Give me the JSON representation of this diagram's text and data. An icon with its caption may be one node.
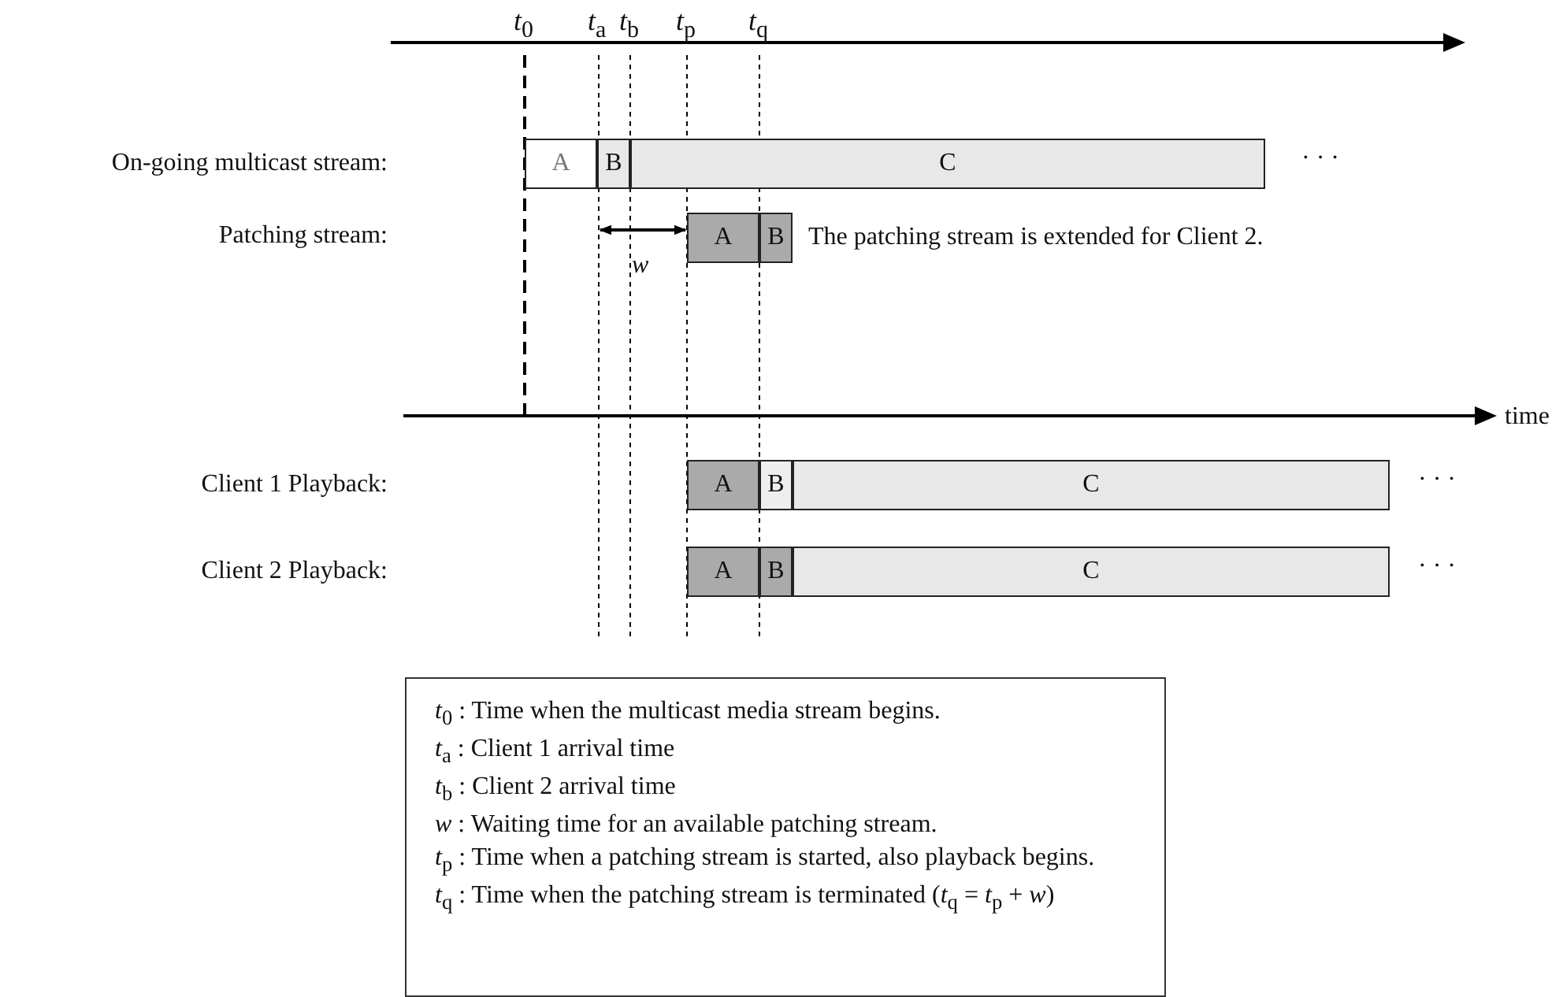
{
  "diagram": {
    "nodes": [
      {
        "text": [
          "A"
        ]
      },
      {
        "text": [
          "B"
        ]
      },
      {
        "text": [
          "C"
        ]
      },
      {
        "text": [
          "A"
        ]
      },
      {
        "text": [
          "B"
        ],
        "beside": [
          "The patching stream is extended for Client 2."
        ]
      },
      {
        "text": [
          "A"
        ]
      },
      {
        "text": [
          "B"
        ]
      },
      {
        "text": [
          "C"
        ]
      },
      {
        "text": [
          "A"
        ]
      },
      {
        "text": [
          "B"
        ]
      },
      {
        "text": [
          "C"
        ]
      },
      {
        "text": [
          "*t*$_{0}$ : Time when the multicast media stream begins.",
          "*t*$_{a}$ : Client 1 arrival time",
          "*t*$_{b}$ : Client 2 arrival time",
          "*w* : Waiting time for an available patching stream.",
          "*t*$_{p}$ : Time when a patching stream is started, also playback begins.",
          "*t*$_{q}$ : Time when the patching stream is terminated (*t*$_{q}$ = *t*$_{p}$ + *w*)"
        ]
      }
    ],
    "labels": [
      "*t*$_{0}$",
      "*t*$_{a}$",
      "*t*$_{b}$",
      "*t*$_{p}$",
      "*t*$_{q}$",
      "On-going multicast stream:",
      "· · ·",
      "Patching stream:",
      "*w*",
      "time",
      "Client 1 Playback:",
      "· · ·",
      "Client 2 Playback:",
      "· · ·"
    ]
  }
}
